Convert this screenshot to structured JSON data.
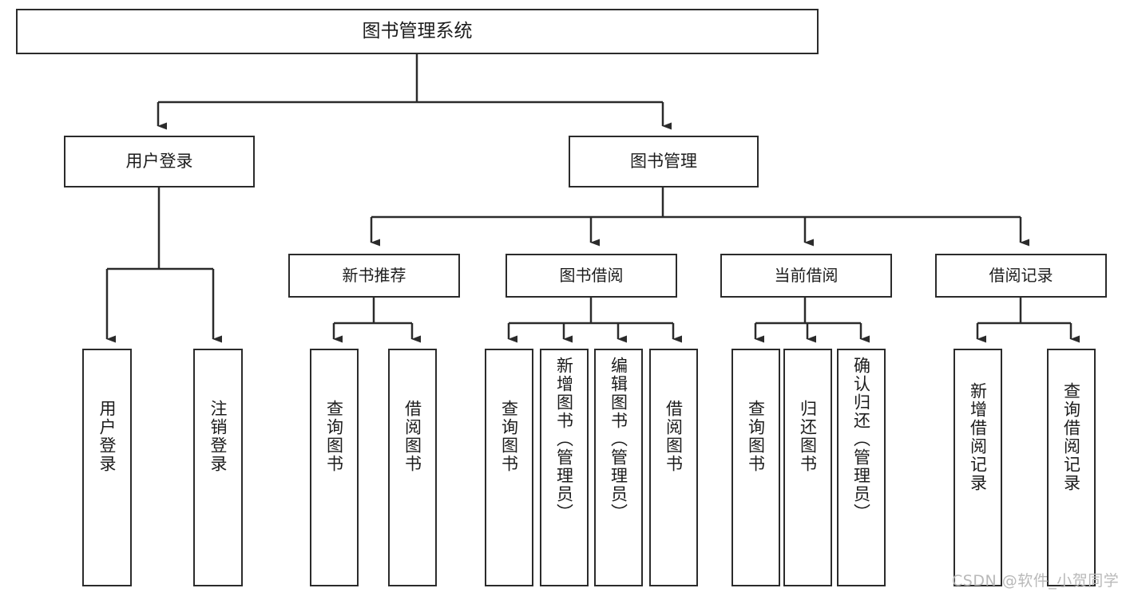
{
  "diagram": {
    "title": "图书管理系统",
    "type": "hierarchy-tree",
    "root": {
      "id": "root",
      "label": "图书管理系统"
    },
    "level1": [
      {
        "id": "user-login",
        "label": "用户登录"
      },
      {
        "id": "book-manage",
        "label": "图书管理"
      }
    ],
    "level2": [
      {
        "id": "new-book-rec",
        "label": "新书推荐",
        "parent": "book-manage"
      },
      {
        "id": "book-borrow",
        "label": "图书借阅",
        "parent": "book-manage"
      },
      {
        "id": "current-borrow",
        "label": "当前借阅",
        "parent": "book-manage"
      },
      {
        "id": "borrow-record",
        "label": "借阅记录",
        "parent": "book-manage"
      }
    ],
    "leaves": [
      {
        "id": "leaf-user-login",
        "label": "用户登录",
        "parent": "user-login"
      },
      {
        "id": "leaf-user-logout",
        "label": "注销登录",
        "parent": "user-login"
      },
      {
        "id": "leaf-query-book-1",
        "label": "查询图书",
        "parent": "new-book-rec"
      },
      {
        "id": "leaf-borrow-book-1",
        "label": "借阅图书",
        "parent": "new-book-rec"
      },
      {
        "id": "leaf-query-book-2",
        "label": "查询图书",
        "parent": "book-borrow"
      },
      {
        "id": "leaf-add-book",
        "label": "新增图书（管理员）",
        "parent": "book-borrow"
      },
      {
        "id": "leaf-edit-book",
        "label": "编辑图书（管理员）",
        "parent": "book-borrow"
      },
      {
        "id": "leaf-borrow-book-2",
        "label": "借阅图书",
        "parent": "book-borrow"
      },
      {
        "id": "leaf-query-book-3",
        "label": "查询图书",
        "parent": "current-borrow"
      },
      {
        "id": "leaf-return-book",
        "label": "归还图书",
        "parent": "current-borrow"
      },
      {
        "id": "leaf-confirm-return",
        "label": "确认归还（管理员）",
        "parent": "current-borrow"
      },
      {
        "id": "leaf-add-record",
        "label": "新增借阅记录",
        "parent": "borrow-record"
      },
      {
        "id": "leaf-query-record",
        "label": "查询借阅记录",
        "parent": "borrow-record"
      }
    ],
    "watermark": "CSDN @软件_小贺同学",
    "colors": {
      "stroke": "#2b2b2b",
      "fill": "#ffffff",
      "text": "#1c1c1c",
      "watermark": "#b9b9b9"
    }
  }
}
